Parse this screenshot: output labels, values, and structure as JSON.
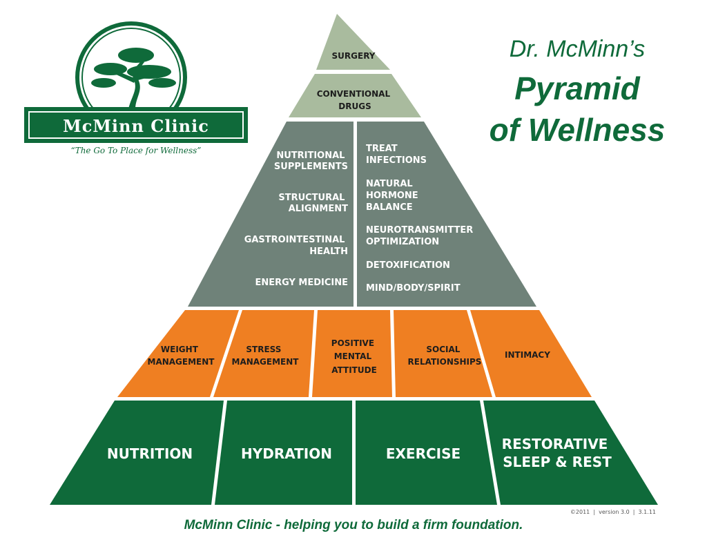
{
  "title": {
    "line1": "Dr. McMinn’s",
    "line2": "Pyramid",
    "line3": "of Wellness"
  },
  "logo": {
    "name": "McMinn Clinic",
    "tagline": "“The Go To Place for Wellness”"
  },
  "footer": {
    "slogan": "McMinn Clinic - helping you to build a firm foundation.",
    "version": "©2011  |  version 3.0  |  3.1.11"
  },
  "pyramid": {
    "tier1": {
      "lines": [
        "SURGERY"
      ]
    },
    "tier2": {
      "lines": [
        "CONVENTIONAL",
        "DRUGS"
      ]
    },
    "tier3_left": [
      {
        "lines": [
          "NUTRITIONAL",
          "SUPPLEMENTS"
        ]
      },
      {
        "lines": [
          "STRUCTURAL",
          "ALIGNMENT"
        ]
      },
      {
        "lines": [
          "GASTROINTESTINAL",
          "HEALTH"
        ]
      },
      {
        "lines": [
          "ENERGY MEDICINE"
        ]
      }
    ],
    "tier3_right": [
      {
        "lines": [
          "TREAT",
          "INFECTIONS"
        ]
      },
      {
        "lines": [
          "NATURAL",
          "HORMONE",
          "BALANCE"
        ]
      },
      {
        "lines": [
          "NEUROTRANSMITTER",
          "OPTIMIZATION"
        ]
      },
      {
        "lines": [
          "DETOXIFICATION"
        ]
      },
      {
        "lines": [
          "MIND/BODY/SPIRIT"
        ]
      }
    ],
    "tier4": [
      {
        "lines": [
          "WEIGHT",
          "MANAGEMENT"
        ]
      },
      {
        "lines": [
          "STRESS",
          "MANAGEMENT"
        ]
      },
      {
        "lines": [
          "POSITIVE",
          "MENTAL",
          "ATTITUDE"
        ]
      },
      {
        "lines": [
          "SOCIAL",
          "RELATIONSHIPS"
        ]
      },
      {
        "lines": [
          "INTIMACY"
        ]
      }
    ],
    "tier5": [
      {
        "lines": [
          "NUTRITION"
        ]
      },
      {
        "lines": [
          "HYDRATION"
        ]
      },
      {
        "lines": [
          "EXERCISE"
        ]
      },
      {
        "lines": [
          "RESTORATIVE",
          "SLEEP & REST"
        ]
      }
    ]
  },
  "colors": {
    "top": "#a9bb9e",
    "middle": "#6f8279",
    "orange": "#ef7f22",
    "base": "#0f6a3a",
    "brand_green": "#0f6a3a"
  }
}
